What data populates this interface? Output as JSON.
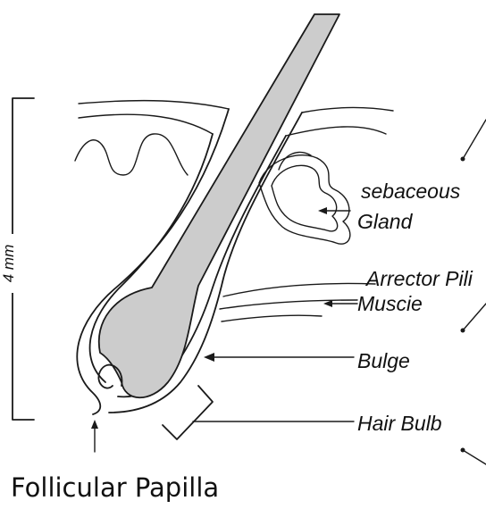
{
  "diagram": {
    "labels": {
      "sebaceous": "sebaceous",
      "gland": "Gland",
      "arrector": "Arrector Pili",
      "muscle": "Muscie",
      "bulge": "Bulge",
      "hair_bulb": "Hair Bulb",
      "follicular_papilla": "Follicular Papilla",
      "scale": "4 mm"
    },
    "colors": {
      "hair_shaft_fill": "#cccccc",
      "line": "#1a1a1a",
      "background": "#ffffff"
    }
  }
}
